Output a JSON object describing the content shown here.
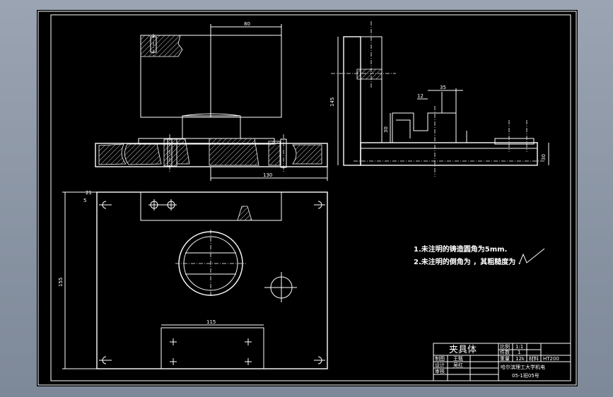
{
  "dimensions": {
    "top_width": "80",
    "top_base": "130",
    "side_height": "145",
    "side_w1": "12",
    "side_w2": "35",
    "side_h1": "30",
    "side_h2": "30",
    "plan_width": "115",
    "plan_height": "155",
    "plan_small_a": "5",
    "plan_small_b": "21"
  },
  "notes": {
    "line1": "1.未注明的铸造圆角为5mm.",
    "line2": "2.未注明的倒角为    ，其粗糙度为    ."
  },
  "title_block": {
    "part_name": "夹具体",
    "scale_label": "比例",
    "scale_value": "1:1",
    "qty_label": "件数",
    "qty_value": "1",
    "weight_label": "重量",
    "material_label": "材料",
    "material_value": "HT200",
    "sheet_info": "12k",
    "drawn_label": "制图",
    "drawn_name": "王甄",
    "design_label": "设计",
    "design_name": "吴红",
    "check_label": "审核",
    "school": "哈尔滨理工大学机电",
    "class_id": "05-1班05号"
  },
  "colors": {
    "canvas": "#000000",
    "lines": "#ffffff"
  }
}
